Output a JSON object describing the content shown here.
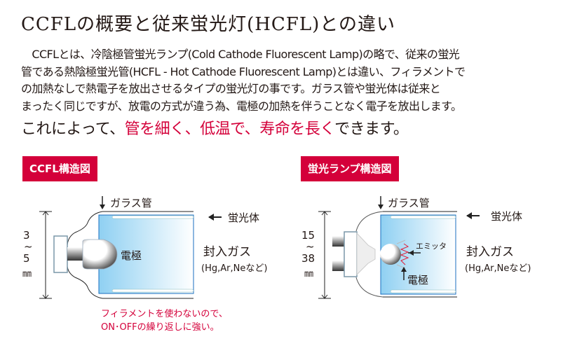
{
  "title": "CCFLの概要と従来蛍光灯(HCFL)との違い",
  "paragraph": [
    "　CCFLとは、冷陰極管蛍光ランプ(Cold Cathode Fluorescent Lamp)の略で、従来の蛍光",
    "管である熱陰極蛍光管(HCFL - Hot Cathode Fluorescent Lamp)とは違い、フィラメントで",
    "の加熱なしで熱電子を放出させるタイプの蛍光灯の事です。ガラス管や蛍光体は従来と",
    "まったく同じですが、放電の方式が違う為、電極の加熱を伴うことなく電子を放出します。"
  ],
  "lead": {
    "pre": "これによって、",
    "red": "管を細く、低温で、寿命を長く",
    "post": "できます。"
  },
  "ccfl": {
    "label": "CCFL構造図",
    "glass": "ガラス管",
    "phosphor": "蛍光体",
    "electrode": "電極",
    "gas": "封入ガス",
    "gas_detail": "(Hg,Ar,Neなど)",
    "dim_top": "3",
    "dim_tilde": "~",
    "dim_bottom": "5",
    "dim_unit": "㎜",
    "note": [
      "フィラメントを使わないので、",
      "ON･OFFの繰り返しに強い。"
    ]
  },
  "hcfl": {
    "label": "蛍光ランプ構造図",
    "glass": "ガラス管",
    "phosphor": "蛍光体",
    "emitter": "エミッタ",
    "electrode": "電極",
    "gas": "封入ガス",
    "gas_detail": "(Hg,Ar,Neなど)",
    "dim_top": "15",
    "dim_tilde": "~",
    "dim_bottom": "38",
    "dim_unit": "㎜"
  },
  "colors": {
    "accent": "#d4003a",
    "tube_blue": "#8fd0f2",
    "tube_edge": "#1a6fc0"
  }
}
